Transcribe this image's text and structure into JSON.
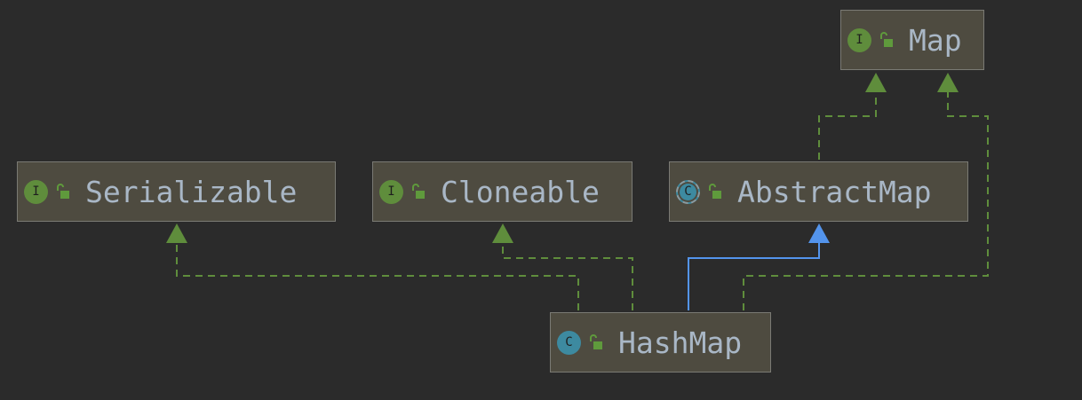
{
  "diagram": {
    "nodes": [
      {
        "id": "map",
        "label": "Map",
        "kind": "interface",
        "icon_letter": "I",
        "icon": "interface-icon",
        "visibility_icon": "public-unlock-icon"
      },
      {
        "id": "serializable",
        "label": "Serializable",
        "kind": "interface",
        "icon_letter": "I",
        "icon": "interface-icon",
        "visibility_icon": "public-unlock-icon"
      },
      {
        "id": "cloneable",
        "label": "Cloneable",
        "kind": "interface",
        "icon_letter": "I",
        "icon": "interface-icon",
        "visibility_icon": "public-unlock-icon"
      },
      {
        "id": "abstractmap",
        "label": "AbstractMap",
        "kind": "abstract-class",
        "icon_letter": "C",
        "icon": "abstract-class-icon",
        "visibility_icon": "public-unlock-icon"
      },
      {
        "id": "hashmap",
        "label": "HashMap",
        "kind": "class",
        "icon_letter": "C",
        "icon": "class-icon",
        "visibility_icon": "public-unlock-icon"
      }
    ],
    "edges": [
      {
        "from": "hashmap",
        "to": "serializable",
        "type": "implements"
      },
      {
        "from": "hashmap",
        "to": "cloneable",
        "type": "implements"
      },
      {
        "from": "hashmap",
        "to": "abstractmap",
        "type": "extends"
      },
      {
        "from": "hashmap",
        "to": "map",
        "type": "implements"
      },
      {
        "from": "abstractmap",
        "to": "map",
        "type": "implements"
      }
    ],
    "colors": {
      "background": "#2b2b2b",
      "node_fill": "#4e4b40",
      "node_border": "#7a7a74",
      "label": "#a9b7c6",
      "interface_icon": "#5f8d3c",
      "class_icon": "#3d8aa0",
      "implements_edge": "#5f8d3c",
      "extends_edge": "#5394ec",
      "lock": "#5f9a3c"
    }
  }
}
